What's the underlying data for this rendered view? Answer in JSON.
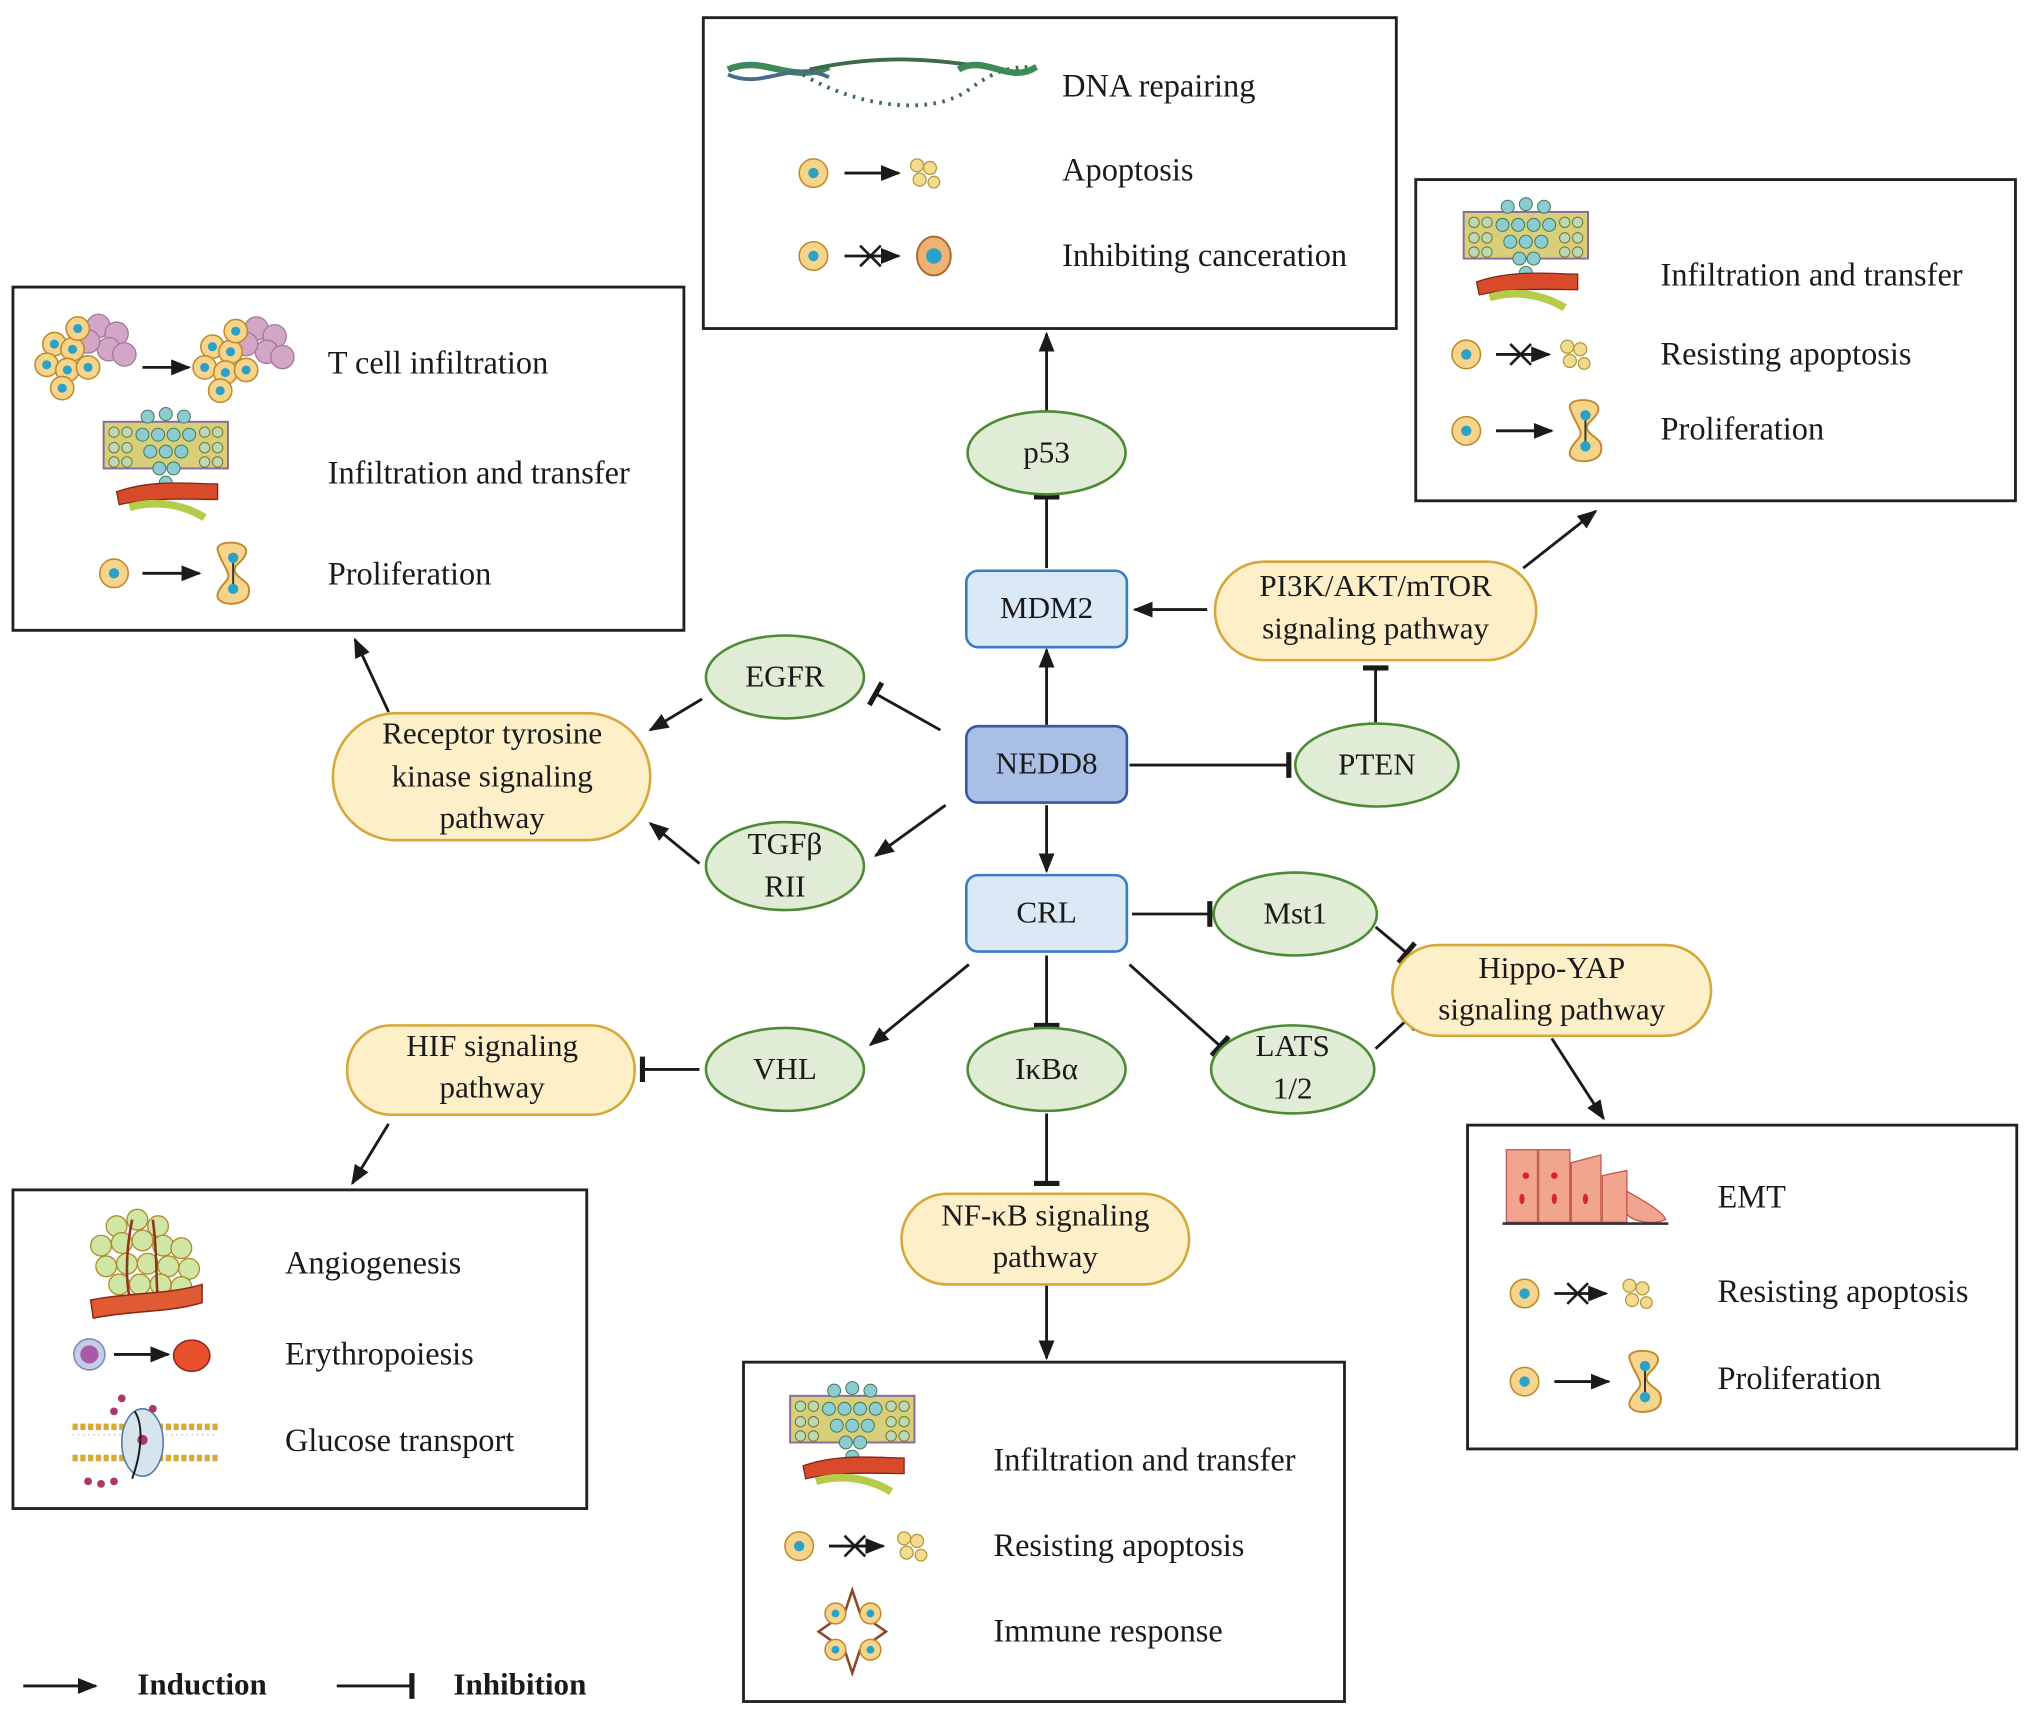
{
  "legend": {
    "induction_label": "Induction",
    "inhibition_label": "Inhibition"
  },
  "colors": {
    "core_node_fill": "#a9bfe6",
    "protein_box_fill": "#dbe8f5",
    "intermediate_node_fill": "#e1ecd6",
    "pathway_node_fill": "#fdefc8"
  },
  "nodes": {
    "nedd8": "NEDD8",
    "mdm2": "MDM2",
    "crl": "CRL",
    "p53": "p53",
    "egfr": "EGFR",
    "tgfb_line1": "TGFβ",
    "tgfb_line2": "RII",
    "pten": "PTEN",
    "mst1": "Mst1",
    "lats_line1": "LATS",
    "lats_line2": "1/2",
    "vhl": "VHL",
    "ikba": "IκBα",
    "pi3k_line1": "PI3K/AKT/mTOR",
    "pi3k_line2": "signaling pathway",
    "rtk_line1": "Receptor tyrosine",
    "rtk_line2": "kinase signaling",
    "rtk_line3": "pathway",
    "hippo_line1": "Hippo-YAP",
    "hippo_line2": "signaling pathway",
    "hif_line1": "HIF signaling",
    "hif_line2": "pathway",
    "nfkb_line1": "NF-κB signaling",
    "nfkb_line2": "pathway"
  },
  "boxes": {
    "p53_effects": {
      "items": [
        {
          "icon": "dna-repair-icon",
          "label": "DNA repairing"
        },
        {
          "icon": "apoptosis-icon",
          "label": "Apoptosis"
        },
        {
          "icon": "inhibit-canceration-icon",
          "label": "Inhibiting canceration"
        }
      ]
    },
    "rtk_effects": {
      "items": [
        {
          "icon": "t-cell-infiltration-icon",
          "label": "T cell infiltration"
        },
        {
          "icon": "infiltration-icon",
          "label": "Infiltration and transfer"
        },
        {
          "icon": "proliferation-icon",
          "label": "Proliferation"
        }
      ]
    },
    "pi3k_effects": {
      "items": [
        {
          "icon": "infiltration-icon",
          "label": "Infiltration and transfer"
        },
        {
          "icon": "resist-apoptosis-icon",
          "label": "Resisting apoptosis"
        },
        {
          "icon": "proliferation-icon",
          "label": "Proliferation"
        }
      ]
    },
    "hif_effects": {
      "items": [
        {
          "icon": "angiogenesis-icon",
          "label": "Angiogenesis"
        },
        {
          "icon": "erythropoiesis-icon",
          "label": "Erythropoiesis"
        },
        {
          "icon": "glucose-transport-icon",
          "label": "Glucose transport"
        }
      ]
    },
    "nfkb_effects": {
      "items": [
        {
          "icon": "infiltration-icon",
          "label": "Infiltration and transfer"
        },
        {
          "icon": "resist-apoptosis-icon",
          "label": "Resisting apoptosis"
        },
        {
          "icon": "immune-response-icon",
          "label": "Immune response"
        }
      ]
    },
    "hippo_effects": {
      "items": [
        {
          "icon": "emt-icon",
          "label": "EMT"
        },
        {
          "icon": "resist-apoptosis-icon",
          "label": "Resisting apoptosis"
        },
        {
          "icon": "proliferation-icon",
          "label": "Proliferation"
        }
      ]
    }
  }
}
